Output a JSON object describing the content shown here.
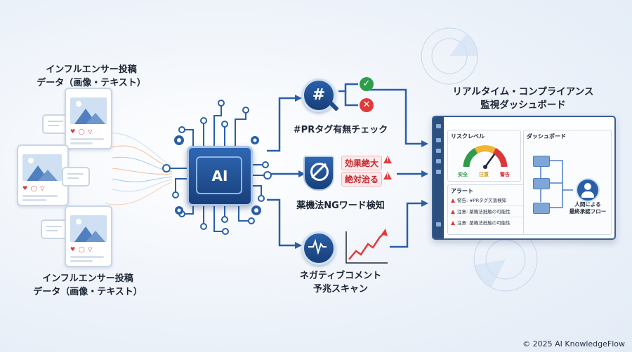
{
  "input": {
    "top_label_line1": "インフルエンサー投稿",
    "top_label_line2": "データ（画像・テキスト）",
    "bottom_label_line1": "インフルエンサー投稿",
    "bottom_label_line2": "データ（画像・テキスト）"
  },
  "ai_chip": {
    "label": "AI"
  },
  "features": {
    "pr_tag": {
      "label": "#PRタグ有無チェック",
      "icon_glyph": "#"
    },
    "ng_words": {
      "label": "薬機法NGワード検知",
      "word1": "効果絶大",
      "word2": "絶対治る"
    },
    "negative": {
      "line1": "ネガティブコメント",
      "line2": "予兆スキャン"
    }
  },
  "dashboard": {
    "title_line1": "リアルタイム・コンプライアンス",
    "title_line2": "監視ダッシュボード",
    "risk_panel_title": "リスクレベル",
    "gauge": {
      "safe": "安全",
      "caution": "注意",
      "warning": "警告",
      "colors": {
        "safe": "#2e9d4b",
        "caution": "#f2b531",
        "warning": "#d9383a"
      }
    },
    "alert_panel_title": "アラート",
    "alerts": [
      "警告: #PRタグ欠落検知",
      "注意: 薬機法抵触の可能性",
      "注意: 薬機法抵触の可能性"
    ],
    "dash_panel_title": "ダッシュボード",
    "human_line1": "人間による",
    "human_line2": "最終承認フロー"
  },
  "footer": {
    "copyright": "© 2025 AI KnowledgeFlow"
  },
  "colors": {
    "navy": "#1f4b8a",
    "accent": "#2a5fa8",
    "alert_red": "#e23a3a",
    "check_green": "#2e9d4b"
  }
}
